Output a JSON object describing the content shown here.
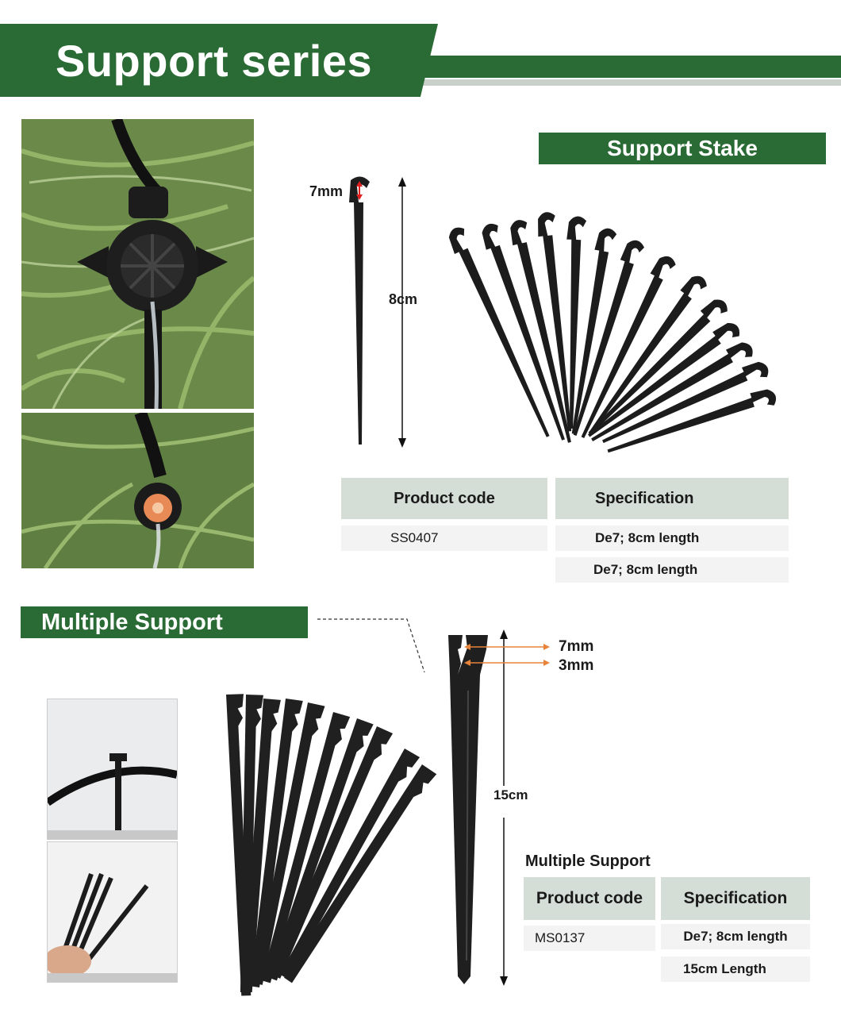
{
  "header": {
    "title": "Support series"
  },
  "stake": {
    "tag": "Support Stake",
    "dim_width": "7mm",
    "dim_length": "8cm",
    "table": {
      "col1": "Product code",
      "col2": "Specification",
      "code": "SS0407",
      "spec1": "De7; 8cm length",
      "spec2": "De7; 8cm length"
    }
  },
  "multi": {
    "tag": "Multiple Support",
    "dim_top": "7mm",
    "dim_slot": "3mm",
    "dim_length": "15cm",
    "table": {
      "caption": "Multiple Support",
      "col1": "Product code",
      "col2": "Specification",
      "code": "MS0137",
      "spec1": "De7; 8cm length",
      "spec2": "15cm Length"
    }
  },
  "colors": {
    "brand_green": "#2a6a35",
    "table_head": "#d5ddd7",
    "arrow_orange": "#e8843a"
  }
}
